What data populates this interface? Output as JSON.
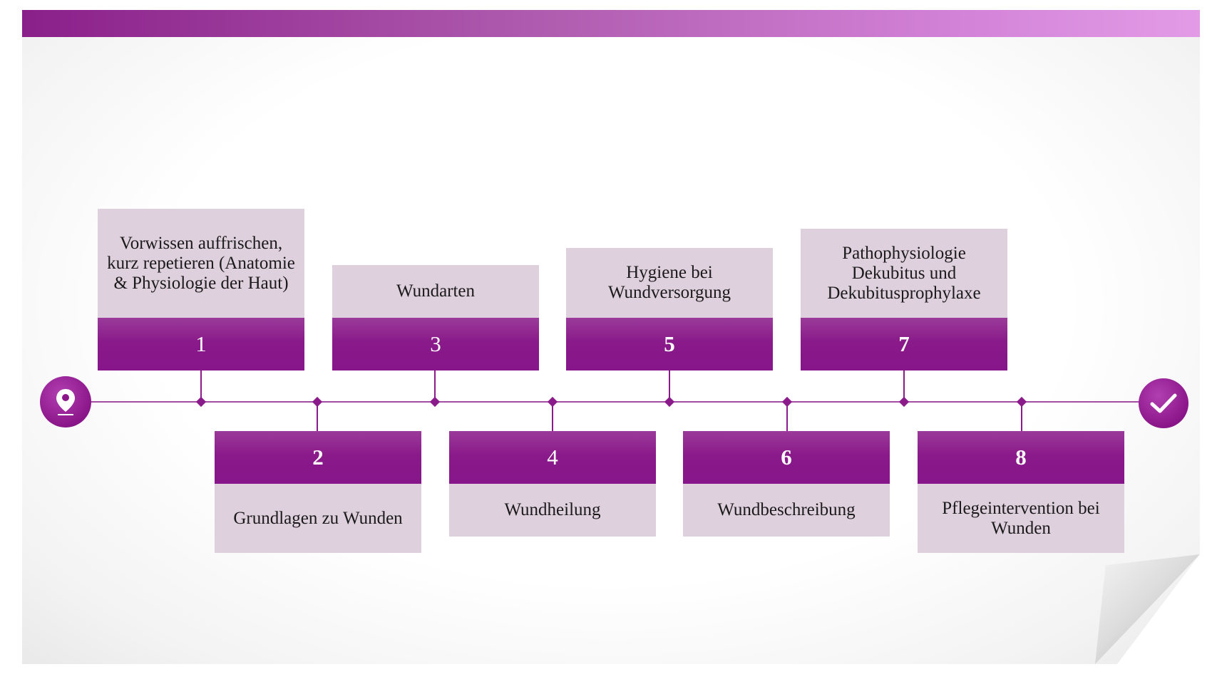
{
  "colors": {
    "primary": "#8a1a8a",
    "label_background": "#dfd0de",
    "banner_start": "#8a1f8a",
    "banner_end": "#e39be6"
  },
  "icons": {
    "start": "location-pin-icon",
    "end": "checkmark-icon"
  },
  "steps": [
    {
      "number": "1",
      "label": "Vorwissen auffrischen, kurz repetieren (Anatomie & Physiologie der Haut)"
    },
    {
      "number": "2",
      "label": "Grundlagen zu Wunden"
    },
    {
      "number": "3",
      "label": "Wundarten"
    },
    {
      "number": "4",
      "label": "Wundheilung"
    },
    {
      "number": "5",
      "label": "Hygiene bei Wundversorgung"
    },
    {
      "number": "6",
      "label": "Wundbeschreibung"
    },
    {
      "number": "7",
      "label": "Pathophysiologie Dekubitus und Dekubitusprophylaxe"
    },
    {
      "number": "8",
      "label": "Pflegeintervention bei Wunden"
    }
  ]
}
